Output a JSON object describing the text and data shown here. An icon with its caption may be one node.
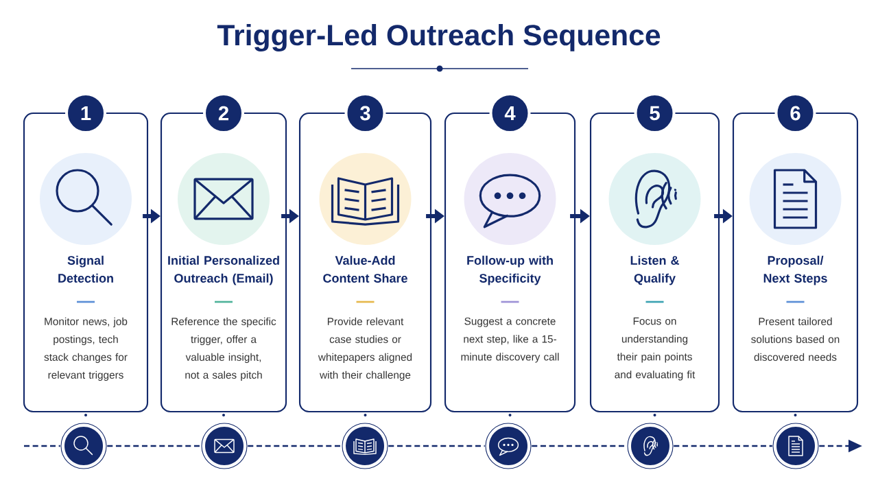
{
  "diagram": {
    "title": "Trigger-Led Outreach Sequence",
    "nodes": [
      {
        "text": [
          "1",
          "Signal Detection",
          "Monitor news, job postings, tech stack changes for relevant triggers"
        ]
      },
      {
        "text": [
          "2",
          "Initial Personalized Outreach (Email)",
          "Reference the specific trigger, offer a valuable insight, not a sales pitch"
        ]
      },
      {
        "text": [
          "3",
          "Value-Add Content Share",
          "Provide relevant case studies or whitepapers aligned with their challenge"
        ]
      },
      {
        "text": [
          "4",
          "Follow-up with Specificity",
          "Suggest a concrete next step, like a 15-minute discovery call"
        ]
      },
      {
        "text": [
          "5",
          "Listen & Qualify",
          "Focus on understanding their pain points and evaluating fit"
        ]
      },
      {
        "text": [
          "6",
          "Proposal/ Next Steps",
          "Present tailored solutions based on discovered needs"
        ]
      },
      {
        "text": [],
        "shape": "circle"
      },
      {
        "text": [],
        "shape": "circle"
      },
      {
        "text": [],
        "shape": "circle"
      },
      {
        "text": [],
        "shape": "circle"
      },
      {
        "text": [],
        "shape": "circle"
      },
      {
        "text": [],
        "shape": "circle"
      }
    ],
    "edges": [
      {
        "from": 0,
        "to": 1,
        "arrow": "to",
        "style": "thick"
      },
      {
        "from": 1,
        "to": 2,
        "arrow": "to",
        "style": "thick"
      },
      {
        "from": 2,
        "to": 3,
        "arrow": "to",
        "style": "thick"
      },
      {
        "from": 3,
        "to": 4,
        "arrow": "to",
        "style": "thick"
      },
      {
        "from": 4,
        "to": 5,
        "arrow": "to",
        "style": "thick"
      },
      {
        "from": null,
        "to": 6,
        "arrow": "none",
        "style": "dashed"
      },
      {
        "from": 6,
        "to": 7,
        "arrow": "none",
        "style": "dashed"
      },
      {
        "from": 7,
        "to": 8,
        "arrow": "none",
        "style": "dashed"
      },
      {
        "from": 8,
        "to": 9,
        "arrow": "none",
        "style": "dashed"
      },
      {
        "from": 9,
        "to": 10,
        "arrow": "none",
        "style": "dashed"
      },
      {
        "from": 10,
        "to": 11,
        "arrow": "none",
        "style": "dashed"
      },
      {
        "from": 11,
        "to": null,
        "arrow": "to",
        "style": "dashed"
      }
    ]
  }
}
